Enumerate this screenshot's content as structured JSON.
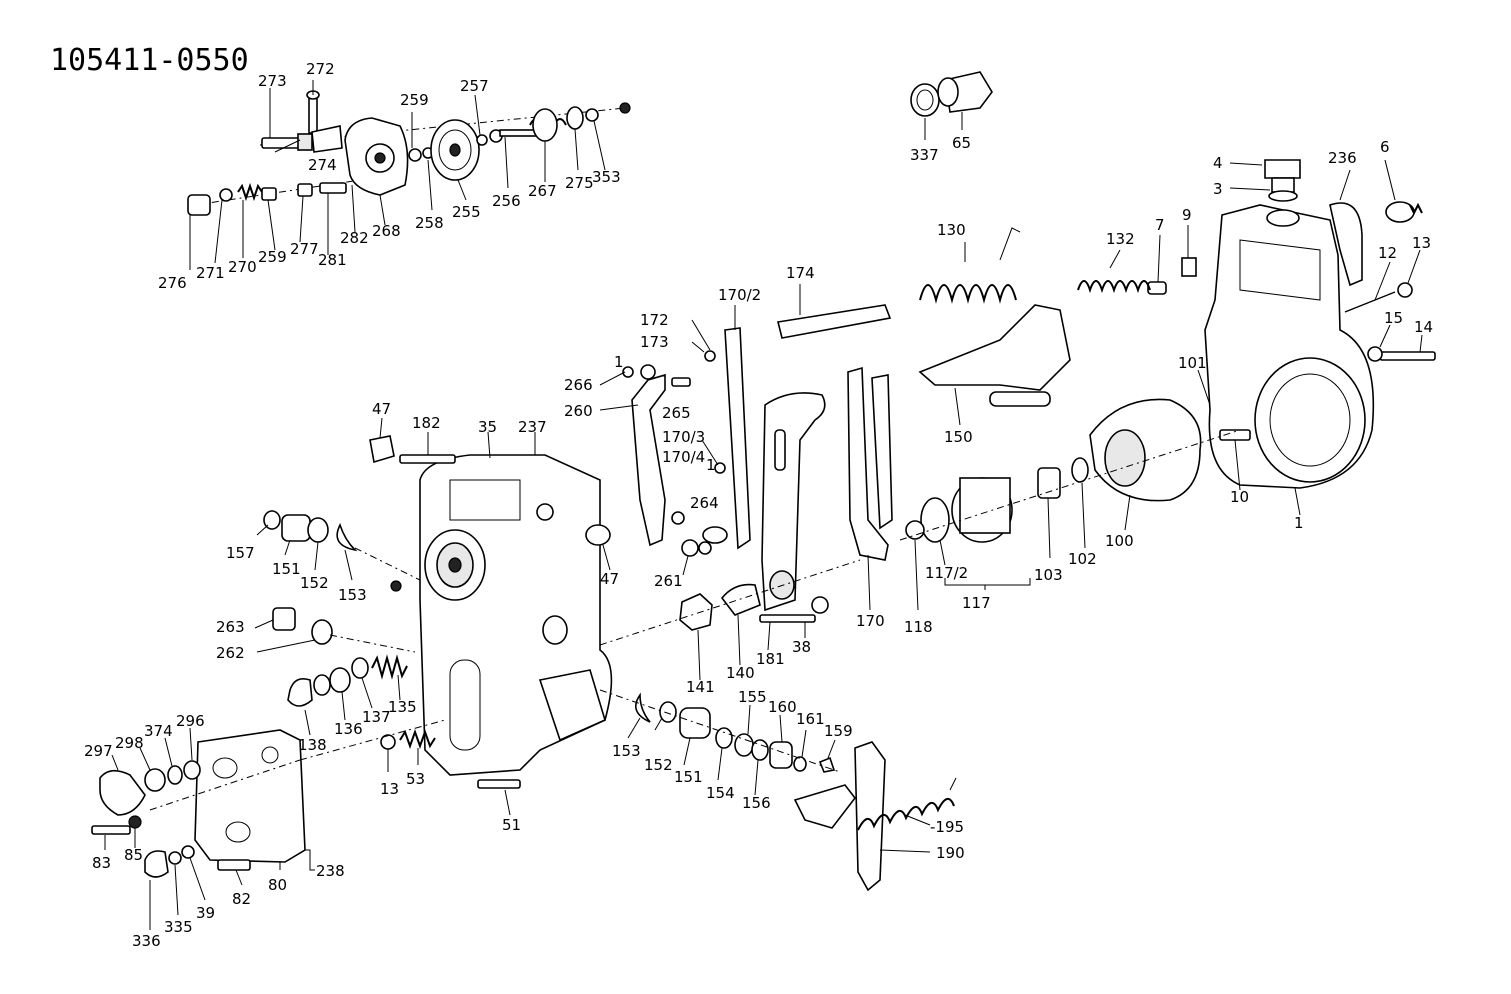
{
  "document": {
    "drawing_number": "105411-0550"
  },
  "labels": {
    "l272": "272",
    "l273": "273",
    "l274": "274",
    "l259a": "259",
    "l257": "257",
    "l276": "276",
    "l271": "271",
    "l270": "270",
    "l259b": "259",
    "l277": "277",
    "l281": "281",
    "l282": "282",
    "l268": "268",
    "l258": "258",
    "l255": "255",
    "l256": "256",
    "l267": "267",
    "l275": "275",
    "l353": "353",
    "l337": "337",
    "l65": "65",
    "l4": "4",
    "l3": "3",
    "l236": "236",
    "l6": "6",
    "l130": "130",
    "l132": "132",
    "l7": "7",
    "l9": "9",
    "l12": "12",
    "l13a": "13",
    "l15": "15",
    "l14": "14",
    "l101": "101",
    "l10": "10",
    "l1": "1",
    "l174": "174",
    "l170_2": "170/2",
    "l172": "172",
    "l173": "173",
    "l266": "266",
    "l1b": "1",
    "l265": "265",
    "l260": "260",
    "l170_3": "170/3",
    "l170_4": "170/4",
    "l1c": "1",
    "l264": "264",
    "l261": "261",
    "l150": "150",
    "l100": "100",
    "l102": "102",
    "l103": "103",
    "l117_2": "117/2",
    "l117": "117",
    "l118": "118",
    "l170": "170",
    "l47a": "47",
    "l182": "182",
    "l35": "35",
    "l237": "237",
    "l47b": "47",
    "l157": "157",
    "l151a": "151",
    "l152a": "152",
    "l153a": "153",
    "l263": "263",
    "l262": "262",
    "l135": "135",
    "l136": "136",
    "l137": "137",
    "l138": "138",
    "l13b": "13",
    "l53": "53",
    "l141": "141",
    "l140": "140",
    "l181": "181",
    "l38": "38",
    "l153b": "153",
    "l152b": "152",
    "l151b": "151",
    "l154": "154",
    "l155": "155",
    "l156": "156",
    "l160": "160",
    "l161": "161",
    "l159": "159",
    "l195": "-195",
    "l190": "190",
    "l51": "51",
    "l297": "297",
    "l298": "298",
    "l374": "374",
    "l296": "296",
    "l83": "83",
    "l85": "85",
    "l336": "336",
    "l335": "335",
    "l39": "39",
    "l82": "82",
    "l80": "80",
    "l238": "238"
  }
}
